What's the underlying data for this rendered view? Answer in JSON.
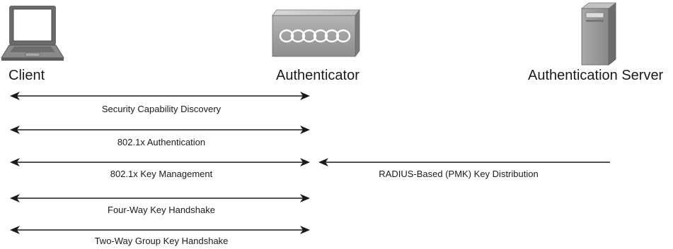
{
  "entities": {
    "client": {
      "label": "Client",
      "icon": "laptop-icon"
    },
    "authenticator": {
      "label": "Authenticator",
      "icon": "access-point-icon"
    },
    "server": {
      "label": "Authentication Server",
      "icon": "server-tower-icon"
    }
  },
  "flows": [
    {
      "label": "Security Capability Discovery",
      "direction": "bidirectional",
      "between": [
        "Client",
        "Authenticator"
      ]
    },
    {
      "label": "802.1x Authentication",
      "direction": "bidirectional",
      "between": [
        "Client",
        "Authenticator"
      ]
    },
    {
      "label": "802.1x Key Management",
      "direction": "bidirectional",
      "between": [
        "Client",
        "Authenticator"
      ]
    },
    {
      "label": "RADIUS-Based (PMK) Key Distribution",
      "direction": "to-authenticator",
      "between": [
        "Authentication Server",
        "Authenticator"
      ]
    },
    {
      "label": "Four-Way Key Handshake",
      "direction": "bidirectional",
      "between": [
        "Client",
        "Authenticator"
      ]
    },
    {
      "label": "Two-Way Group Key Handshake",
      "direction": "bidirectional",
      "between": [
        "Client",
        "Authenticator"
      ]
    }
  ],
  "colors": {
    "line": "#1a1a1a",
    "device_gray": "#8c8c8c",
    "device_dark": "#5a5a5a",
    "text": "#1a1a1a"
  }
}
